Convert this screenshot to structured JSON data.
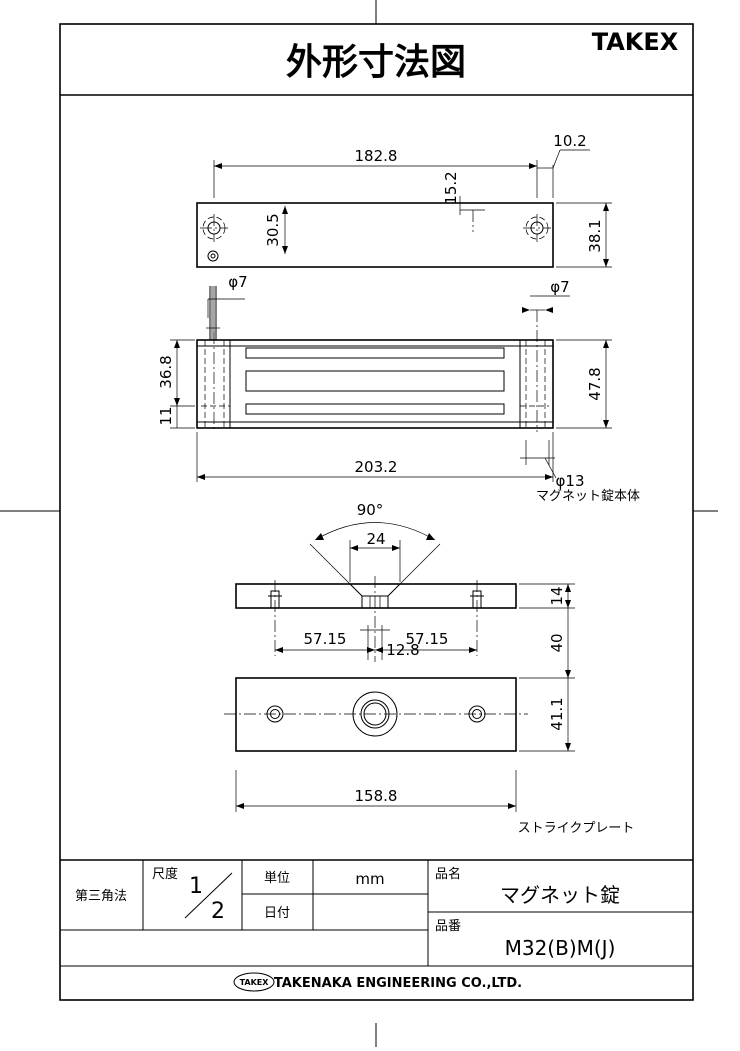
{
  "header": {
    "title": "外形寸法図",
    "brand": "TAKEX"
  },
  "dimensions": {
    "length_top": "182.8",
    "offset_right": "10.2",
    "slot_15": "15.2",
    "hole_30": "30.5",
    "height_38": "38.1",
    "dia7_left": "φ7",
    "dia7_right": "φ7",
    "front_36": "36.8",
    "front_11": "11",
    "front_47": "47.8",
    "length_203": "203.2",
    "dia13": "φ13",
    "angle90": "90°",
    "width24": "24",
    "thick14": "14",
    "pitch_left": "57.15",
    "pitch_right": "57.15",
    "center_12": "12.8",
    "gap40": "40",
    "plate_h": "41.1",
    "plate_len": "158.8"
  },
  "labels": {
    "magnet_body": "マグネット錠本体",
    "strike_plate": "ストライクプレート"
  },
  "title_block": {
    "projection": "第三角法",
    "scale_label": "尺度",
    "scale_num": "1",
    "scale_den": "2",
    "unit_label": "単位",
    "unit_value": "mm",
    "date_label": "日付",
    "name_label": "品名",
    "name_value": "マグネット錠",
    "part_label": "品番",
    "part_value": "M32(B)M(J)",
    "company_logo": "TAKEX",
    "company": "TAKENAKA ENGINEERING CO.,LTD."
  }
}
